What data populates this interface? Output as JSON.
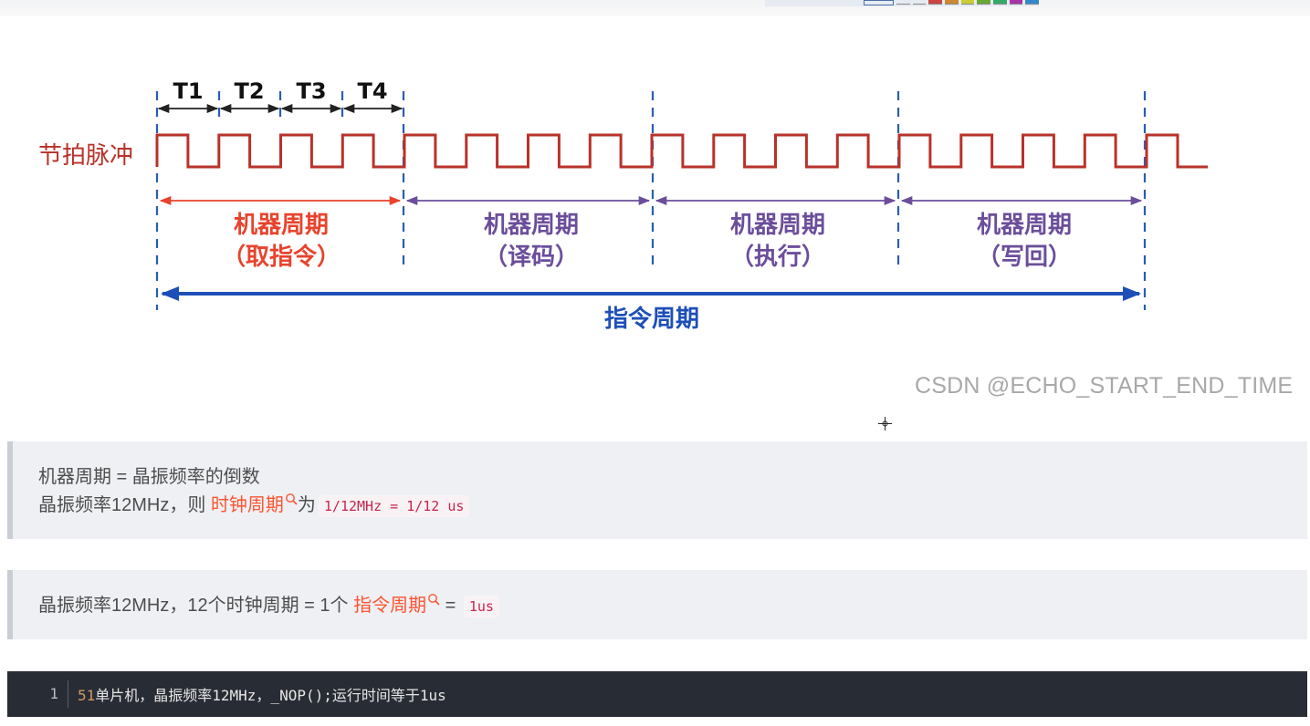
{
  "diagram": {
    "pulse_label": "节拍脉冲",
    "t_labels": [
      "T1",
      "T2",
      "T3",
      "T4"
    ],
    "machine_cycles": [
      {
        "title": "机器周期",
        "sub": "（取指令）"
      },
      {
        "title": "机器周期",
        "sub": "（译码）"
      },
      {
        "title": "机器周期",
        "sub": "（执行）"
      },
      {
        "title": "机器周期",
        "sub": "（写回）"
      }
    ],
    "instruction_cycle_label": "指令周期",
    "colors": {
      "pulse": "#b8322a",
      "first_cycle": "#e8432d",
      "cycle": "#6b4e9b",
      "instruction": "#1e4fb8",
      "dash": "#2a5db0"
    }
  },
  "watermark": "CSDN @ECHO_START_END_TIME",
  "note1": {
    "line1": "机器周期 = 晶振频率的倒数",
    "line2_prefix": "晶振频率12MHz，则 ",
    "line2_link": "时钟周期",
    "line2_mid": "为",
    "line2_code": "1/12MHz = 1/12 us"
  },
  "note2": {
    "prefix": "晶振频率12MHz，12个时钟周期 = 1个 ",
    "link": "指令周期",
    "mid": " = ",
    "code": "1us"
  },
  "code": {
    "line_number": "1",
    "num": "51",
    "text": "单片机，晶振频率12MHz，_NOP();运行时间等于1us"
  }
}
